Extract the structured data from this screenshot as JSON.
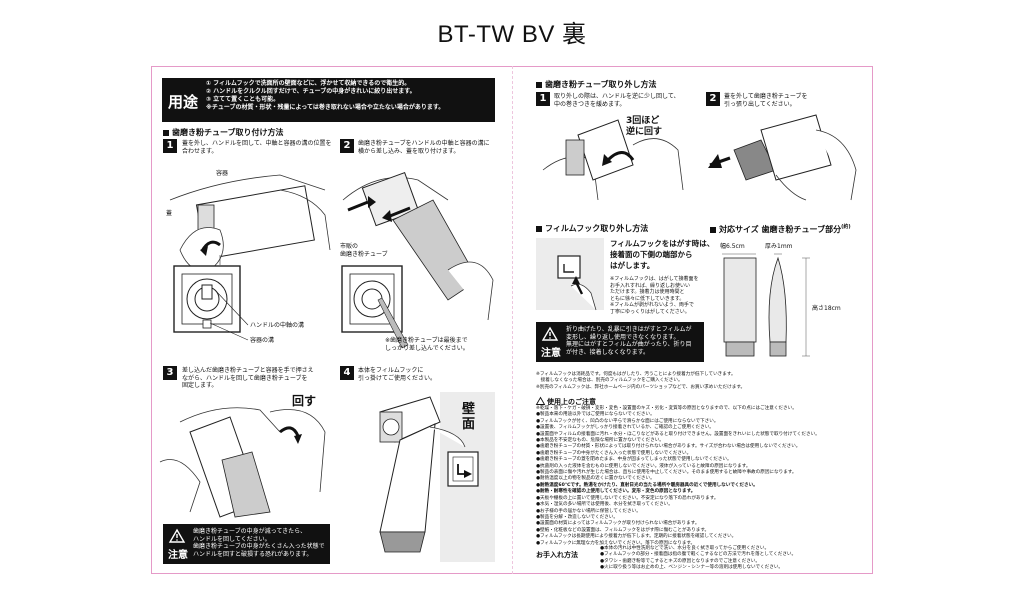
{
  "page": {
    "title": "BT-TW BV 裏"
  },
  "left": {
    "use_box": {
      "label": "用途",
      "lines": [
        "① フィルムフックで洗面所の壁面などに、浮かせて収納できるので衛生的。",
        "② ハンドルをクルクル回すだけで、チューブの中身がきれいに絞り出せます。",
        "③ 立てて置くことも可能。",
        "※チューブの材質・形状・残量によっては巻き取れない場合や立たない場合があります。"
      ]
    },
    "attach_section": {
      "heading": "歯磨き粉チューブ取り付け方法"
    },
    "step1": {
      "num": "1",
      "text1": "蓋を外し、ハンドルを回して、中軸と容器の溝の位置を",
      "text2": "合わせます。",
      "label_container": "容器",
      "label_lid": "蓋",
      "label_axis_groove": "ハンドルの中軸の溝",
      "label_container_groove": "容器の溝"
    },
    "step2": {
      "num": "2",
      "text1": "歯磨き粉チューブをハンドルの中軸と容器の溝に",
      "text2": "横から差し込み、蓋を取り付けます。",
      "label_tube1": "市販の",
      "label_tube2": "歯磨き粉チューブ",
      "note1": "※歯磨き粉チューブは最後まで",
      "note2": "しっかり差し込んでください。"
    },
    "step3": {
      "num": "3",
      "text1": "差し込んだ歯磨き粉チューブと容器を手で押さえ",
      "text2": "ながら、ハンドルを回して歯磨き粉チューブを",
      "text3": "固定します。",
      "label_turn": "回す"
    },
    "step4": {
      "num": "4",
      "text1": "本体をフィルムフックに",
      "text2": "引っ掛けてご使用ください。",
      "label_wall1": "壁",
      "label_wall2": "面"
    },
    "caution": {
      "label": "注意",
      "line1": "歯磨き粉チューブの中身が減ってきたら、",
      "line2": "ハンドルを回してください。",
      "line3": "歯磨き粉チューブの中身がたくさん入った状態で",
      "line4": "ハンドルを回すと破損する恐れがあります。"
    }
  },
  "right": {
    "remove_section": {
      "heading": "歯磨き粉チューブ取り外し方法"
    },
    "rstep1": {
      "num": "1",
      "text1": "取り外しの際は、ハンドルを逆に少し回して、",
      "text2": "中の巻きつきを緩めます。",
      "label1": "3回ほど",
      "label2": "逆に回す"
    },
    "rstep2": {
      "num": "2",
      "text1": "蓋を外して歯磨き粉チューブを",
      "text2": "引っ張り出してください。"
    },
    "film_section": {
      "heading": "フィルムフック取り外し方法",
      "bold1": "フィルムフックをはがす時は、",
      "bold2": "接着面の下側の端部から",
      "bold3": "はがします。",
      "note1": "※フィルムフックは、はがして接着面を",
      "note2": "お手入れすれば、繰り返しお使いい",
      "note3": "ただけます。接着力は使用時間と",
      "note4": "ともに徐々に低下していきます。",
      "note5": "※フィルムが剥がれないよう、両手で",
      "note6": "丁寧にゆっくりはがしてください。"
    },
    "size_section": {
      "heading": "対応サイズ 歯磨き粉チューブ部分",
      "approx": "(約)",
      "width": "幅6.5cm",
      "thickness": "厚み1mm",
      "height": "高さ18cm"
    },
    "film_caution": {
      "label": "注意",
      "line1": "折り曲げたり、乱暴に引きはがすとフィルムが",
      "line2": "変形し、繰り返し使用できなくなります。",
      "line3": "無理にはがすとフィルムが曲がったり、折り目",
      "line4": "が付き、接着しなくなります。"
    },
    "film_notes": [
      "※フィルムフックは消耗品です。何度もはがしたり、汚うことにより接着力が低下していきます。",
      "　接着しなくなった場合は、別売のフィルムフックをご購入ください。",
      "※別売のフィルムフックは、弊社ホームページ内のパーツショップなどで、お買い求めいただけます。"
    ],
    "usage_notes": {
      "heading": "使用上のご注意",
      "lines": [
        "※乾燥・落下・ケガ・破損・変形・変色・設置面のキズ・劣化・変質等の原因となりますので、以下の点にはご注意ください。",
        "●製品本来の用途以外ではご使用にならないでください。",
        "●フィルムフックが付く、凹凸のない平らで滑らかな面にはご使用にならないで下さい。",
        "●設置後、フィルムフックがしっかり接着されているか、ご確認の上ご使用ください。",
        "●設置面やフィルムの接着面に汚れ・水分・ほこりなどがあると取り付けできません。設置面をきれいにした状態で取り付けてください。",
        "●本製品を不安定なもの、危険な場所に置かないでください。",
        "●歯磨き粉チューブの材質・形状によっては取り付けられない場合があります。サイズが合わない場合は使用しないでください。",
        "●歯磨き粉チューブの中身がたくさん入った状態で使用しないでください。",
        "●歯磨き粉チューブの蓋を閉めたまま、中身が固まってしまった状態で使用しないでください。",
        "●抗菌剤の入った液体を含むものに使用しないでください。液体が入っていると故障の原因になります。",
        "●製品の表面に傷や汚れが生じた場合は、直ちに使用を中止してください。そのまま使用すると故障や事故の原因になります。",
        "●耐熱温度以上の物を製品の近くに置かないでください。",
        "●耐熱温度60℃です。熱湯をかけたり、直射日光の当たる場所や暖房器具の近くで使用しないでください。",
        "●耐熱・耐寒性を確認の上使用してください。変形・変色の原因となります。",
        "●天板や棚板の上に置いて使用しないでください。不安定になり落下の恐れがあります。",
        "●水気・湿気の多い場所では使用後、水分を拭き取ってください。",
        "●お子様の手の届かない場所に保管してください。",
        "●製品を分解・改造しないでください。",
        "●設置面の材質によってはフィルムフックが取り付けられない場合があります。",
        "●壁紙・化粧板などの設置面は、フィルムフックをはがす際に傷むことがあります。",
        "●フィルムフックは長期使用により接着力が低下します。定期的に接着状態を確認してください。",
        "●フィルムフックに無理な力を加えないでください。落下の原因になります。"
      ]
    },
    "care_notes": {
      "heading": "お手入れ方法",
      "lines": [
        "●本体の汚れは中性洗剤などで洗い、水分を良く拭き取ってからご使用ください。",
        "●フィルムフックの部分・接着面は指の腹で軽くこするなどの方法で汚れを落としてください。",
        "●タワシ・歯磨き粉等でこするとキズの原因となりますのでご注意ください。",
        "●火に取り扱う等はお止めの上、ベンジン・シンナー等の溶剤は使用しないでください。"
      ]
    }
  }
}
